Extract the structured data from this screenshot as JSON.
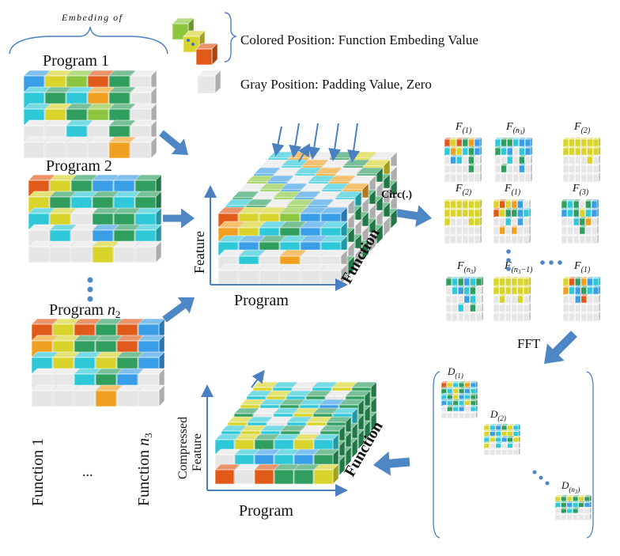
{
  "labels": {
    "embeding_of": "Embeding of",
    "program_1": "Program 1",
    "program_2": "Program 2",
    "program_n2_prefix": "Program ",
    "n2_sym": "n",
    "n2_sub": "2",
    "legend_colored": "Colored Position: Function Embeding Value",
    "legend_gray": "Gray Position: Padding Value, Zero",
    "function_1": "Function 1",
    "function_ellipsis": "...",
    "function_n3_prefix": "Function ",
    "n3_sym": "n",
    "n3_sub": "3",
    "feature": "Feature",
    "function_axis": "Function",
    "program_axis": "Program",
    "circ": "Circ(.)",
    "fft": "FFT",
    "compressed": "Compressed",
    "feature2": "Feature",
    "function_axis_2": "Function",
    "program_axis_2": "Program",
    "f_sym": "F",
    "d_sym": "D",
    "sub_1": "(1)",
    "sub_2": "(2)",
    "sub_3": "(3)",
    "sub_n3": "(n",
    "sub_n3_tail": ")",
    "sub_n3_minus": "(n",
    "sub_n3_minus_tail": "−1)",
    "sub_3_small": "3",
    "dots_h": "• • •",
    "dots_v": "⋮"
  },
  "colors": {
    "red": "#e05a1a",
    "yellow": "#d8d42c",
    "green": "#2f9e5f",
    "lime": "#8cc63f",
    "cyan": "#2ec8d8",
    "blue": "#3a9ee6",
    "orange": "#f0a020",
    "gray": "#e6e6e6",
    "arrow": "#4e87c6",
    "axis": "#4a7fc0"
  }
}
